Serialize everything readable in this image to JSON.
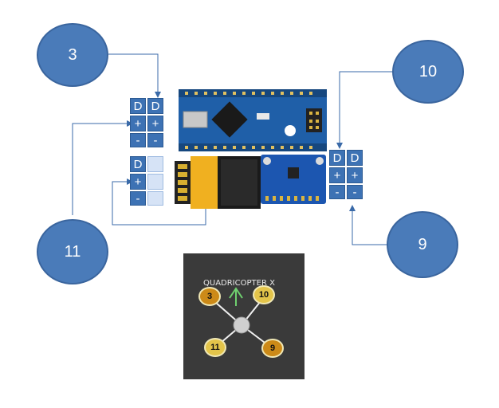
{
  "bubbles": [
    {
      "label": "3"
    },
    {
      "label": "10"
    },
    {
      "label": "11"
    },
    {
      "label": "9"
    }
  ],
  "pin_blocks": {
    "left_top": [
      [
        "D",
        "D"
      ],
      [
        "+",
        "+"
      ],
      [
        "-",
        "-"
      ]
    ],
    "left_mid": [
      "D",
      "+",
      "-"
    ],
    "right": [
      [
        "D",
        "D"
      ],
      [
        "+",
        "+"
      ],
      [
        "-",
        "-"
      ]
    ]
  },
  "quad_panel": {
    "title": "QUADRICOPTER X",
    "motors": [
      "3",
      "10",
      "11",
      "9"
    ]
  },
  "colors": {
    "bubble": "#4a7bb9",
    "pin_block": "#3d72b4",
    "wire": "#3a6aa8",
    "panel": "#3a3a3a"
  }
}
